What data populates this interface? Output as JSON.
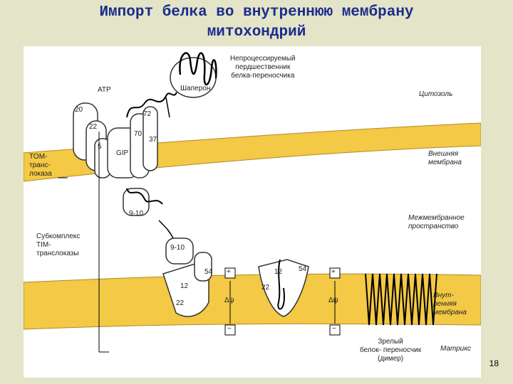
{
  "title_line1": "Импорт белка во внутреннюю мембрану",
  "title_line2": "митохондрий",
  "labels": {
    "precursor": "Непроцессируемый\nпердшественник\nбелка-переносчика",
    "chaperone": "Шаперон",
    "atp": "ATP",
    "cytosol": "Цитозоль",
    "outer_membrane": "Внешняя\nмембрана",
    "tom_translocase": "TOM-\nтранс-\nлоказа",
    "intermembrane_space": "Межмембранное\nпространство",
    "tim_subcomplex": "Субкомплекс\nTIM-\nтранслоказы",
    "inner_membrane": "Внут-\nренняя\nмембрана",
    "mature_carrier": "Зрелый\nбелок- переносчик\n(димер)",
    "matrix": "Матрикс",
    "gip": "GIP",
    "delta_psi": "Δψ",
    "plus": "+",
    "minus": "−"
  },
  "subunits": {
    "tom20": "20",
    "tom22": "22",
    "tom5": "5",
    "tom70": "70",
    "tom72": "72",
    "tom37": "37",
    "tim9_10": "9-10",
    "tim54": "54",
    "tim12": "12",
    "tim22": "22"
  },
  "page_number": "18",
  "colors": {
    "membrane": "#f3c945",
    "membrane_edge": "#b08a28",
    "protein_fill": "#ffffff",
    "title": "#1a2d8c",
    "background": "#e4e4c8"
  }
}
